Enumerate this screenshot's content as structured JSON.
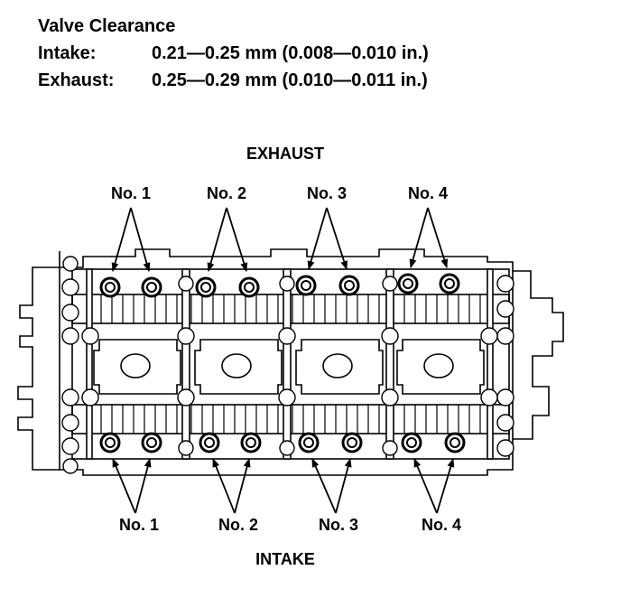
{
  "spec": {
    "title": "Valve Clearance",
    "intake_label": "Intake:",
    "intake_value": "0.21—0.25 mm (0.008—0.010 in.)",
    "exhaust_label": "Exhaust:",
    "exhaust_value": "0.25—0.29 mm (0.010—0.011 in.)"
  },
  "diagram": {
    "exhaust_heading": "EXHAUST",
    "intake_heading": "INTAKE",
    "exhaust_cylinders": [
      "No. 1",
      "No. 2",
      "No. 3",
      "No. 4"
    ],
    "intake_cylinders": [
      "No. 1",
      "No. 2",
      "No. 3",
      "No. 4"
    ]
  }
}
